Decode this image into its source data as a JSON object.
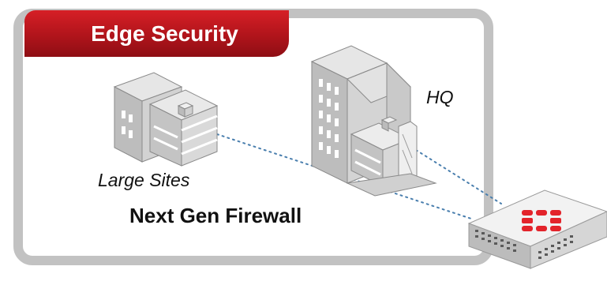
{
  "banner": {
    "title": "Edge Security"
  },
  "sites": {
    "large_sites_label": "Large Sites",
    "hq_label": "HQ"
  },
  "diagram": {
    "title": "Next Gen Firewall"
  },
  "colors": {
    "banner_red": "#c3161c",
    "frame_gray": "#c2c2c2",
    "link_blue": "#4a7fae",
    "fortinet_red": "#e3242b"
  }
}
